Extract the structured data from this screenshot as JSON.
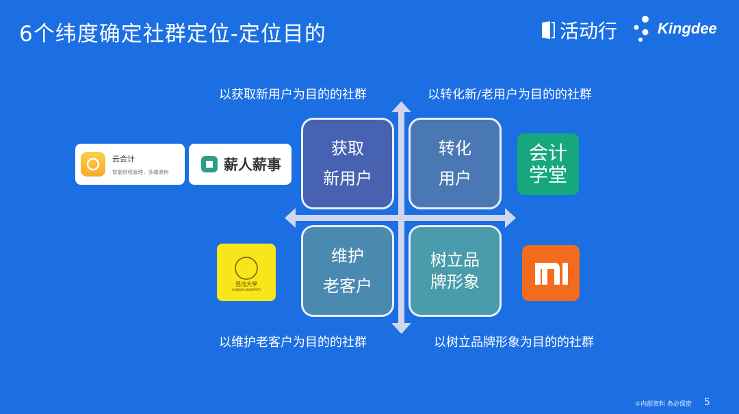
{
  "slide": {
    "title": "6个纬度确定社群定位-定位目的",
    "page_number": "5",
    "footer": "④内部资料 务必保密"
  },
  "brands": {
    "huodongxing": "活动行",
    "kingdee": "Kingdee"
  },
  "quadrants": [
    {
      "label": "以获取新用户为目的的社群",
      "box": [
        "获取",
        "新用户"
      ],
      "color": "#4862b2"
    },
    {
      "label": "以转化新/老用户为目的的社群",
      "box": [
        "转化",
        "用户"
      ],
      "color": "#4a78b2"
    },
    {
      "label": "以维护老客户为目的的社群",
      "box": [
        "维护",
        "老客户"
      ],
      "color": "#4a89b0"
    },
    {
      "label": "以树立品牌形象为目的的社群",
      "box": [
        "树立品",
        "牌形象"
      ],
      "color": "#4a9bab"
    }
  ],
  "logos": {
    "yunkuaiji": {
      "name": "云会计",
      "tagline": "智能财税管理，多端通用"
    },
    "xinren": {
      "name": "薪人薪事"
    },
    "kuaijixuetang": {
      "name": [
        "会计",
        "学堂"
      ],
      "color": "#17a77c"
    },
    "hunxun": {
      "name": "混沌大學",
      "sub": "HUNDUN UNIVERSITY",
      "color": "#f8e61b"
    },
    "mi": {
      "name": "MI",
      "color": "#f36b1c"
    }
  }
}
